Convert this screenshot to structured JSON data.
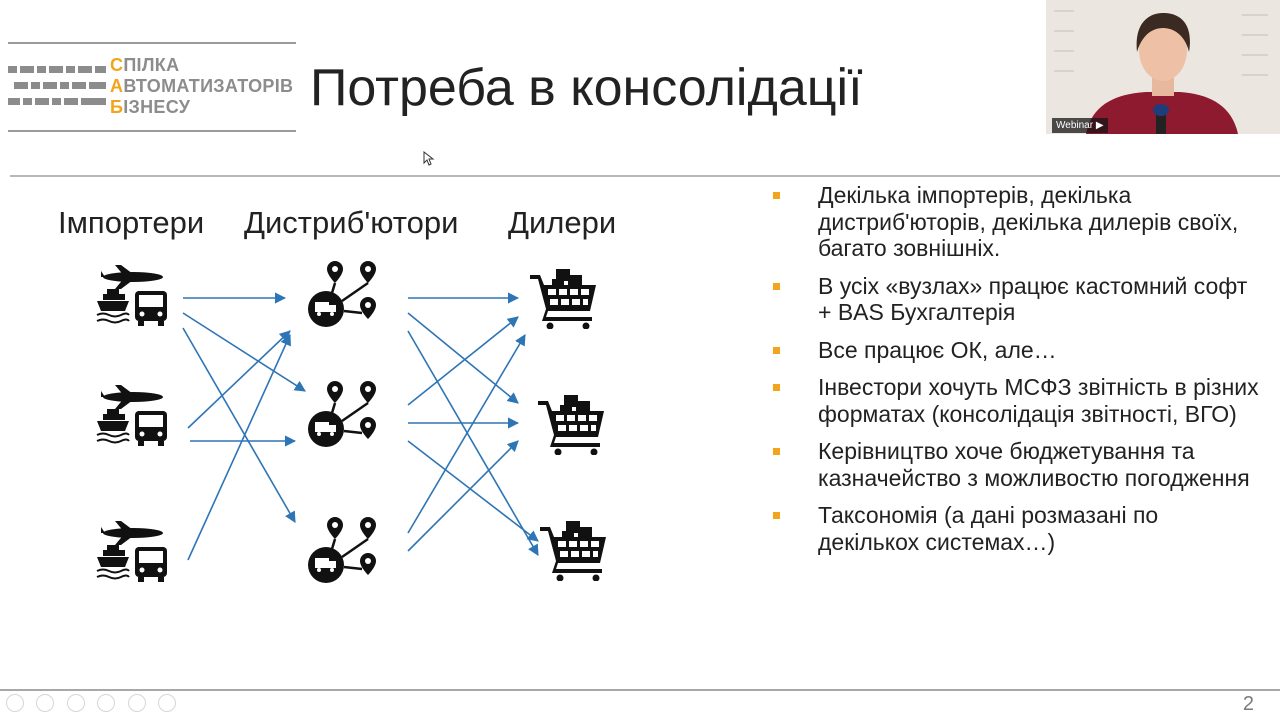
{
  "slide": {
    "title": "Потреба в консолідації",
    "page_number": "2"
  },
  "logo": {
    "lines": [
      {
        "lead": "С",
        "rest": "ПІЛКА"
      },
      {
        "lead": "А",
        "rest": "ВТОМАТИЗАТОРІВ"
      },
      {
        "lead": "Б",
        "rest": "ІЗНЕСУ"
      }
    ]
  },
  "video": {
    "badge": "Webinar ▶"
  },
  "diagram": {
    "columns": [
      "Імпортери",
      "Дистриб'ютори",
      "Дилери"
    ],
    "importer_icon": "plane-ship-bus-icon",
    "distributor_icon": "truck-route-pins-icon",
    "dealer_icon": "shopping-cart-icon",
    "arrow_color": "#2e75b6"
  },
  "bullets": [
    "Декілька імпортерів, декілька дистриб'юторів, декілька дилерів своїх, багато зовнішніх.",
    "В усіх «вузлах» працює кастомний софт + BAS Бухгалтерія",
    "Все працює ОК, але…",
    "Інвестори хочуть МСФЗ звітність в різних форматах (консолідація звітності, ВГО)",
    "Керівництво хоче бюджетування та казначейство з можливостю погодження",
    "Таксономія (а дані розмазані по декількох системах…)"
  ],
  "colors": {
    "accent": "#f2a41c",
    "arrow": "#2e75b6",
    "text": "#222222"
  }
}
